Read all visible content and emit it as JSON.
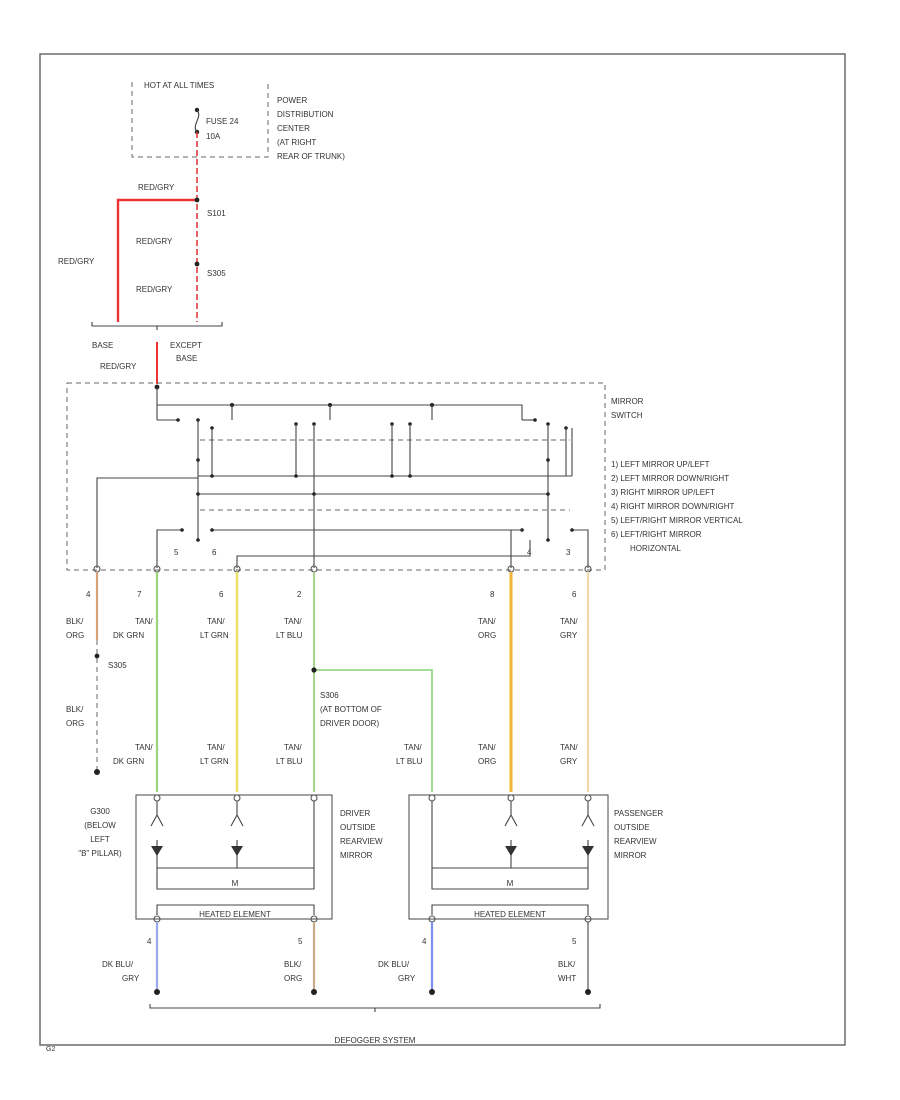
{
  "fuse_box": {
    "header": "HOT AT ALL TIMES",
    "fuse_label": "FUSE 24",
    "fuse_rating": "10A",
    "location": [
      "POWER",
      "DISTRIBUTION",
      "CENTER",
      "(AT RIGHT",
      "REAR OF TRUNK)"
    ]
  },
  "power_feed": {
    "wire_top": "RED/GRY",
    "splice_1": "S101",
    "wire_mid": "RED/GRY",
    "splice_2": "S305",
    "wire_low": "RED/GRY",
    "wire_left": "RED/GRY",
    "base_label": "BASE",
    "except_label": [
      "EXCEPT",
      "BASE"
    ],
    "wire_to_switch": "RED/GRY"
  },
  "mirror_switch": {
    "title": [
      "MIRROR",
      "SWITCH"
    ],
    "legend": [
      "1) LEFT MIRROR UP/LEFT",
      "2) LEFT MIRROR DOWN/RIGHT",
      "3) RIGHT MIRROR UP/LEFT",
      "4) RIGHT MIRROR DOWN/RIGHT",
      "5) LEFT/RIGHT MIRROR VERTICAL",
      "6) LEFT/RIGHT MIRROR"
    ],
    "legend_cont": "HORIZONTAL",
    "inner_pins": [
      "5",
      "6",
      "4",
      "3"
    ]
  },
  "switch_outputs": [
    {
      "pin": "4",
      "wire": [
        "BLK/",
        "ORG"
      ]
    },
    {
      "pin": "7",
      "wire": [
        "TAN/",
        "DK GRN"
      ]
    },
    {
      "pin": "6",
      "wire": [
        "TAN/",
        "LT GRN"
      ]
    },
    {
      "pin": "2",
      "wire": [
        "TAN/",
        "LT BLU"
      ]
    },
    {
      "pin": "8",
      "wire": [
        "TAN/",
        "ORG"
      ]
    },
    {
      "pin": "6",
      "wire": [
        "TAN/",
        "GRY"
      ]
    }
  ],
  "ground_path": {
    "splice": "S305",
    "wire": [
      "BLK/",
      "ORG"
    ],
    "ground_label": [
      "G300",
      "(BELOW",
      "LEFT",
      "\"B\" PILLAR)"
    ]
  },
  "door_splice": {
    "label": [
      "S306",
      "(AT BOTTOM OF",
      "DRIVER DOOR)"
    ]
  },
  "mirror_inputs": [
    {
      "wire": [
        "TAN/",
        "DK GRN"
      ]
    },
    {
      "wire": [
        "TAN/",
        "LT GRN"
      ]
    },
    {
      "wire": [
        "TAN/",
        "LT BLU"
      ]
    },
    {
      "wire": [
        "TAN/",
        "LT BLU"
      ]
    },
    {
      "wire": [
        "TAN/",
        "ORG"
      ]
    },
    {
      "wire": [
        "TAN/",
        "GRY"
      ]
    }
  ],
  "driver_mirror": {
    "label": [
      "DRIVER",
      "OUTSIDE",
      "REARVIEW",
      "MIRROR"
    ],
    "element": "HEATED ELEMENT",
    "pin_a": "4",
    "wire_a": [
      "DK BLU/",
      "GRY"
    ],
    "pin_b": "5",
    "wire_b": [
      "BLK/",
      "ORG"
    ]
  },
  "passenger_mirror": {
    "label": [
      "PASSENGER",
      "OUTSIDE",
      "REARVIEW",
      "MIRROR"
    ],
    "element": "HEATED ELEMENT",
    "pin_a": "4",
    "wire_a": [
      "DK BLU/",
      "GRY"
    ],
    "pin_b": "5",
    "wire_b": [
      "BLK/",
      "WHT"
    ]
  },
  "defogger_label": "DEFOGGER SYSTEM",
  "diagram_code": "G2"
}
